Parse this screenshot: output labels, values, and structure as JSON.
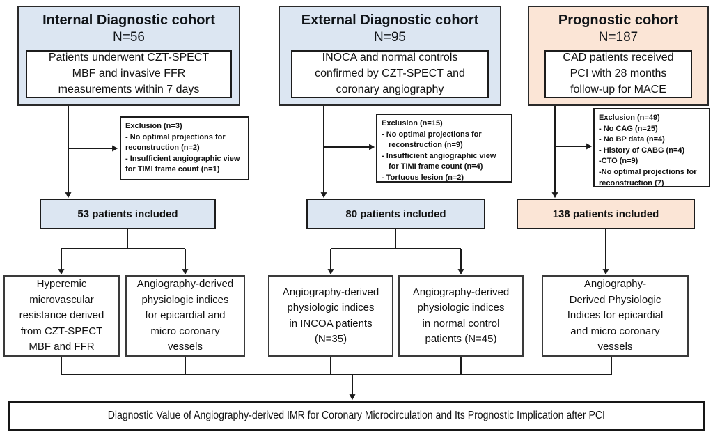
{
  "colors": {
    "diagnostic_fill": "#dce6f2",
    "prognostic_fill": "#fbe5d6",
    "box_border": "#1c1c1c",
    "line_color": "#1a1a1a"
  },
  "cohorts": [
    {
      "title": "Internal Diagnostic cohort",
      "n_label": "N=56",
      "description": "Patients underwent CZT-SPECT\nMBF and invasive FFR\nmeasurements within 7 days",
      "exclusion": [
        "Exclusion (n=3)",
        "- No optimal projections for reconstruction (n=2)",
        "- Insufficient angiographic view for TIMI frame count (n=1)"
      ],
      "included": "53 patients included",
      "outcomes": [
        "Hyperemic\nmicrovascular\nresistance derived\nfrom CZT-SPECT\nMBF and FFR",
        "Angiography-derived\nphysiologic indices\nfor epicardial and\nmicro coronary\nvessels"
      ]
    },
    {
      "title": "External Diagnostic cohort",
      "n_label": "N=95",
      "description": "INOCA and normal controls\nconfirmed by CZT-SPECT and\ncoronary angiography",
      "exclusion": [
        "Exclusion (n=15)",
        "- No optimal projections for reconstruction (n=9)",
        "- Insufficient angiographic view for TIMI frame count (n=4)",
        "- Tortuous lesion (n=2)"
      ],
      "included": "80 patients included",
      "outcomes": [
        "Angiography-derived\nphysiologic indices\nin INCOA patients\n(N=35)",
        "Angiography-derived\nphysiologic indices\nin normal control\npatients (N=45)"
      ]
    },
    {
      "title": "Prognostic cohort",
      "n_label": "N=187",
      "description": "CAD patients received\nPCI with 28 months\nfollow-up for MACE",
      "exclusion": [
        "Exclusion (n=49)",
        "- No CAG (n=25)",
        "- No BP data (n=4)",
        "- History of CABG (n=4)",
        "-CTO (n=9)",
        "-No optimal projections for reconstruction (7)"
      ],
      "included": "138 patients included",
      "outcomes": [
        "Angiography-\nDerived Physiologic\nIndices for epicardial\nand micro coronary\nvessels"
      ]
    }
  ],
  "conclusion": "Diagnostic Value of Angiography-derived IMR for Coronary Microcirculation and Its Prognostic Implication after PCI"
}
